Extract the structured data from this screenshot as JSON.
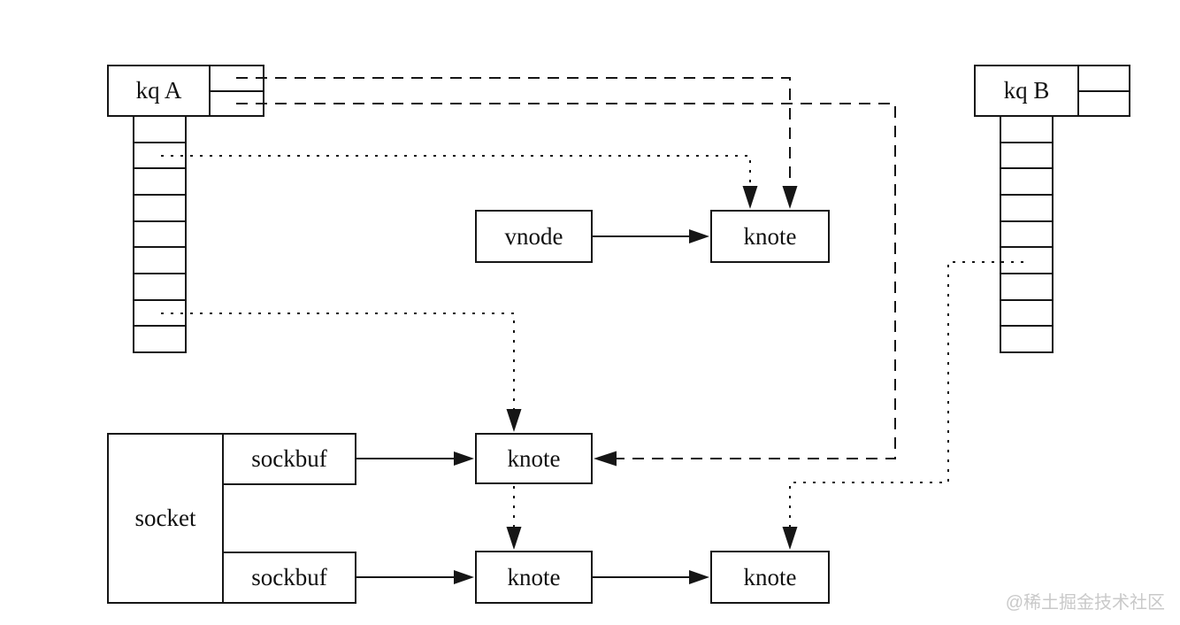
{
  "canvas": {
    "background": "#ffffff",
    "line_color": "#161616"
  },
  "nodes": {
    "kq_a": {
      "label": "kq A",
      "slots": 9,
      "header_cells": 2
    },
    "kq_b": {
      "label": "kq B",
      "slots": 9,
      "header_cells": 2
    },
    "vnode": {
      "label": "vnode"
    },
    "knote_vnode": {
      "label": "knote"
    },
    "knote_sockbuf_rcv": {
      "label": "knote"
    },
    "knote_sockbuf_snd": {
      "label": "knote"
    },
    "knote_chain": {
      "label": "knote"
    },
    "socket": {
      "label": "socket"
    },
    "sockbuf_rcv": {
      "label": "sockbuf"
    },
    "sockbuf_snd": {
      "label": "sockbuf"
    }
  },
  "watermark": {
    "text": "@稀土掘金技术社区",
    "color": "#c9c9c9"
  }
}
